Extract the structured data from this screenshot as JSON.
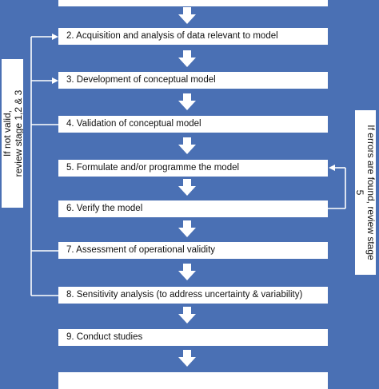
{
  "steps": [
    {
      "label": ""
    },
    {
      "label": "2. Acquisition and analysis of data relevant to model"
    },
    {
      "label": "3. Development of conceptual model"
    },
    {
      "label": "4. Validation of conceptual model"
    },
    {
      "label": "5. Formulate and/or programme the model"
    },
    {
      "label": "6. Verify the model"
    },
    {
      "label": "7. Assessment of operational validity"
    },
    {
      "label": "8. Sensitivity analysis (to address uncertainty & variability)"
    },
    {
      "label": "9. Conduct studies"
    },
    {
      "label": ""
    }
  ],
  "left_feedback": {
    "line1": "If not valid,",
    "line2": "review stage 1,2 & 3"
  },
  "right_feedback": {
    "line1": "If errors are found, review stage",
    "line2": "5"
  },
  "colors": {
    "background": "#4a70b4",
    "box": "#ffffff",
    "text": "#111111"
  }
}
